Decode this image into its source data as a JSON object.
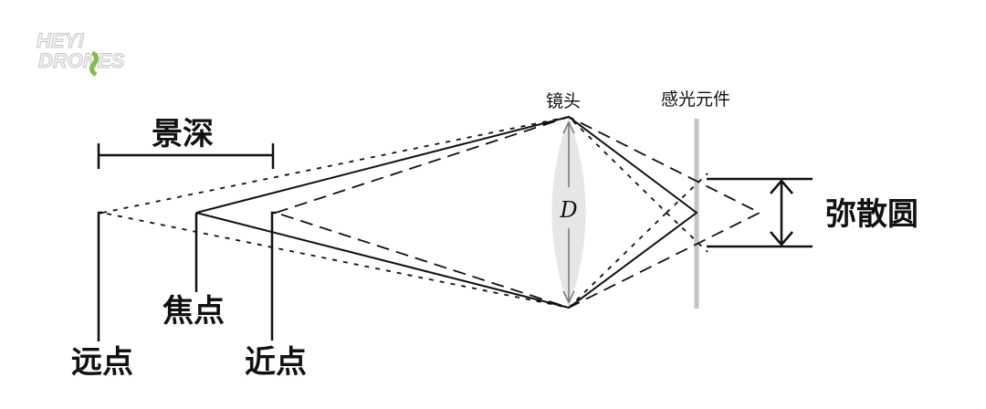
{
  "logo": {
    "line1": "HEY!",
    "line2": "DRONES"
  },
  "labels": {
    "depth_of_field": "景深",
    "lens": "镜头",
    "sensor": "感光元件",
    "aperture": "D",
    "circle_of_confusion": "弥散圆",
    "focus_point": "焦点",
    "far_point": "远点",
    "near_point": "近点"
  },
  "colors": {
    "lines": "#111111",
    "sensor": "#c4c4c4",
    "lens_fill": "#e6e6e6",
    "logo_accent": "#7cc142"
  }
}
